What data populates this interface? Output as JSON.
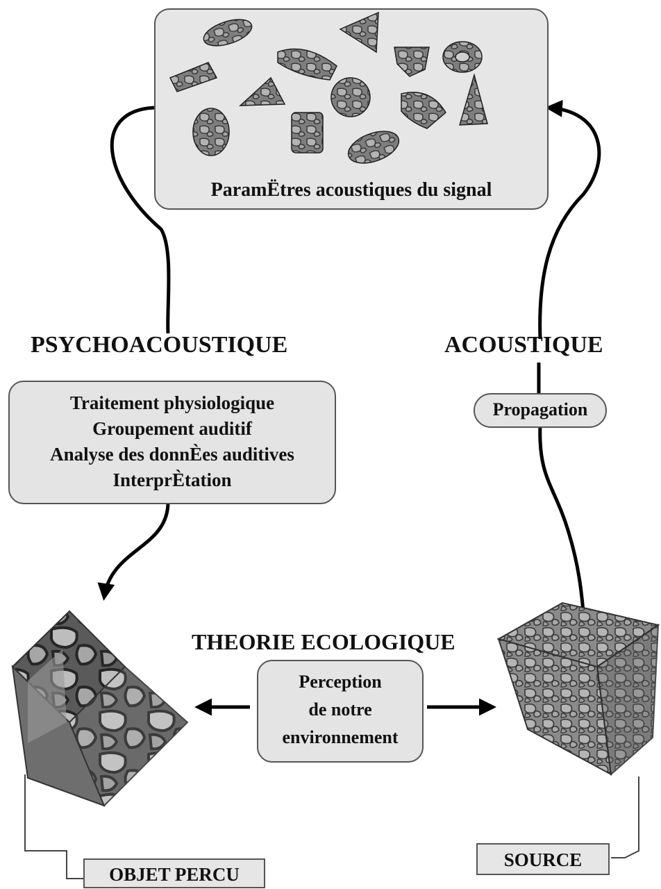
{
  "top_box": {
    "label": "ParamËtres acoustiques  du signal"
  },
  "psycho": {
    "heading": "PSYCHOACOUSTIQUE",
    "lines": [
      "Traitement physiologique",
      "Groupement auditif",
      "Analyse des  donnÈes auditives",
      "InterprÈtation"
    ]
  },
  "acoustique": {
    "heading": "ACOUSTIQUE",
    "box": "Propagation"
  },
  "ecologique": {
    "heading": "THEORIE ECOLOGIQUE",
    "lines": [
      "Perception",
      "de notre",
      "environnement"
    ]
  },
  "labels": {
    "objet": "OBJET PERCU",
    "source": "SOURCE"
  }
}
